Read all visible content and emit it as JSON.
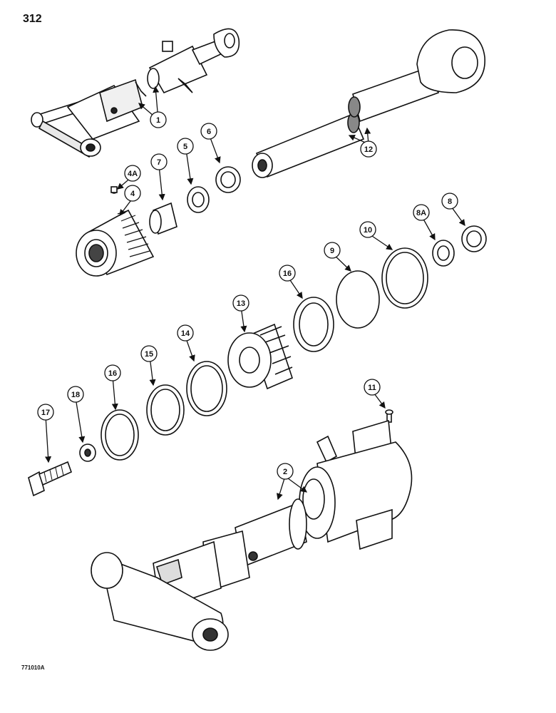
{
  "page_number": "312",
  "drawing_code": "771010A",
  "callouts": [
    {
      "id": "c1",
      "label": "1"
    },
    {
      "id": "c2",
      "label": "2"
    },
    {
      "id": "c4",
      "label": "4"
    },
    {
      "id": "c4a",
      "label": "4A"
    },
    {
      "id": "c5",
      "label": "5"
    },
    {
      "id": "c6",
      "label": "6"
    },
    {
      "id": "c7",
      "label": "7"
    },
    {
      "id": "c8",
      "label": "8"
    },
    {
      "id": "c8a",
      "label": "8A"
    },
    {
      "id": "c9",
      "label": "9"
    },
    {
      "id": "c10",
      "label": "10"
    },
    {
      "id": "c11",
      "label": "11"
    },
    {
      "id": "c12",
      "label": "12"
    },
    {
      "id": "c13",
      "label": "13"
    },
    {
      "id": "c14",
      "label": "14"
    },
    {
      "id": "c15",
      "label": "15"
    },
    {
      "id": "c16a",
      "label": "16"
    },
    {
      "id": "c16b",
      "label": "16"
    },
    {
      "id": "c17",
      "label": "17"
    },
    {
      "id": "c18",
      "label": "18"
    }
  ]
}
